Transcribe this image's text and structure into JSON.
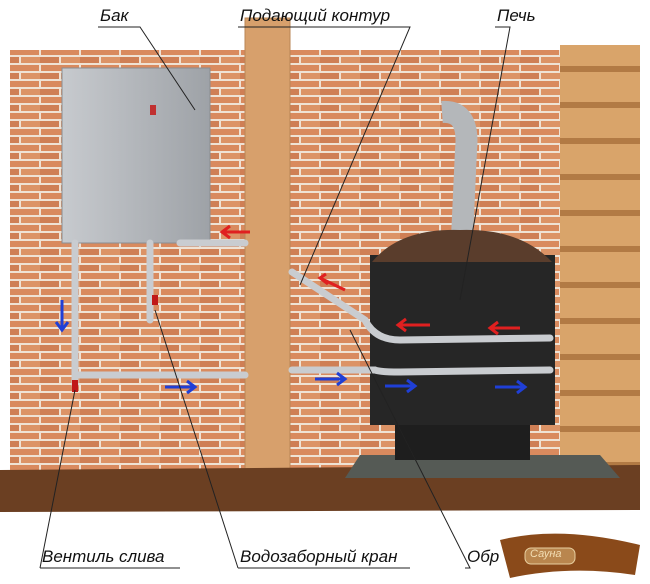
{
  "labels": {
    "tank": "Бак",
    "supply": "Подающий контур",
    "stove": "Печь",
    "drain_valve": "Вентиль слива",
    "water_tap": "Водозаборный кран",
    "return": "Обр"
  },
  "logo_text": "Сауна",
  "colors": {
    "brick": "#d98a5e",
    "mortar": "#efe2d4",
    "wood": "#d9a46a",
    "floor": "#6b3f22",
    "stove": "#262626",
    "pipe": "#c9ccd0",
    "arrow_hot": "#e02020",
    "arrow_cold": "#1f3fd6"
  }
}
